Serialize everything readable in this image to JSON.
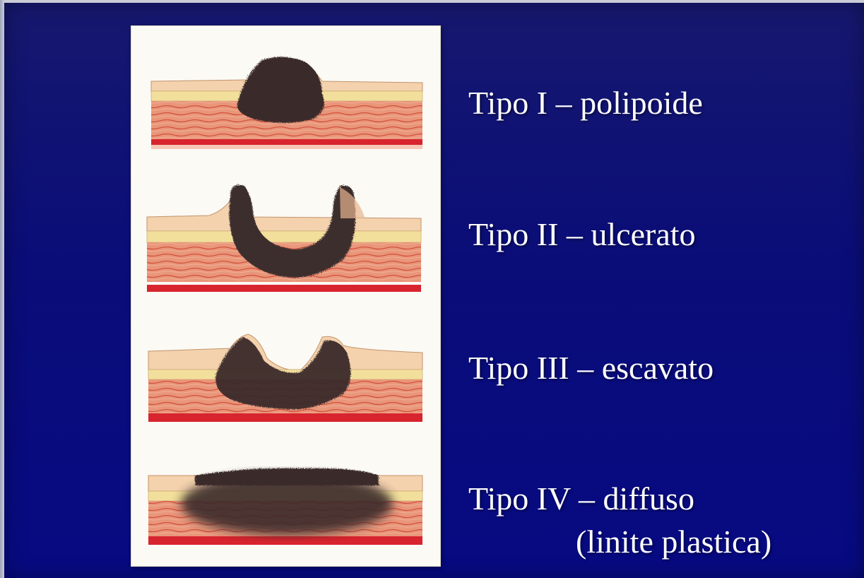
{
  "slide": {
    "background_color": "#0a0d78",
    "panel_color": "#fbfaf5",
    "tumor_types": [
      {
        "label": "Tipo I – polipoide",
        "illustration": "polypoid-tumor"
      },
      {
        "label": "Tipo II – ulcerato",
        "illustration": "ulcerated-tumor"
      },
      {
        "label": "Tipo III – escavato",
        "illustration": "excavated-tumor"
      },
      {
        "label": "Tipo IV – diffuso",
        "sublabel": "(linite plastica)",
        "illustration": "diffuse-tumor"
      }
    ]
  },
  "colors": {
    "mucosa": "#f0c9a0",
    "submucosa": "#f2df9c",
    "muscularis": "#e38a6f",
    "serosa": "#d8242e",
    "tumor": "#3a2a2a"
  }
}
